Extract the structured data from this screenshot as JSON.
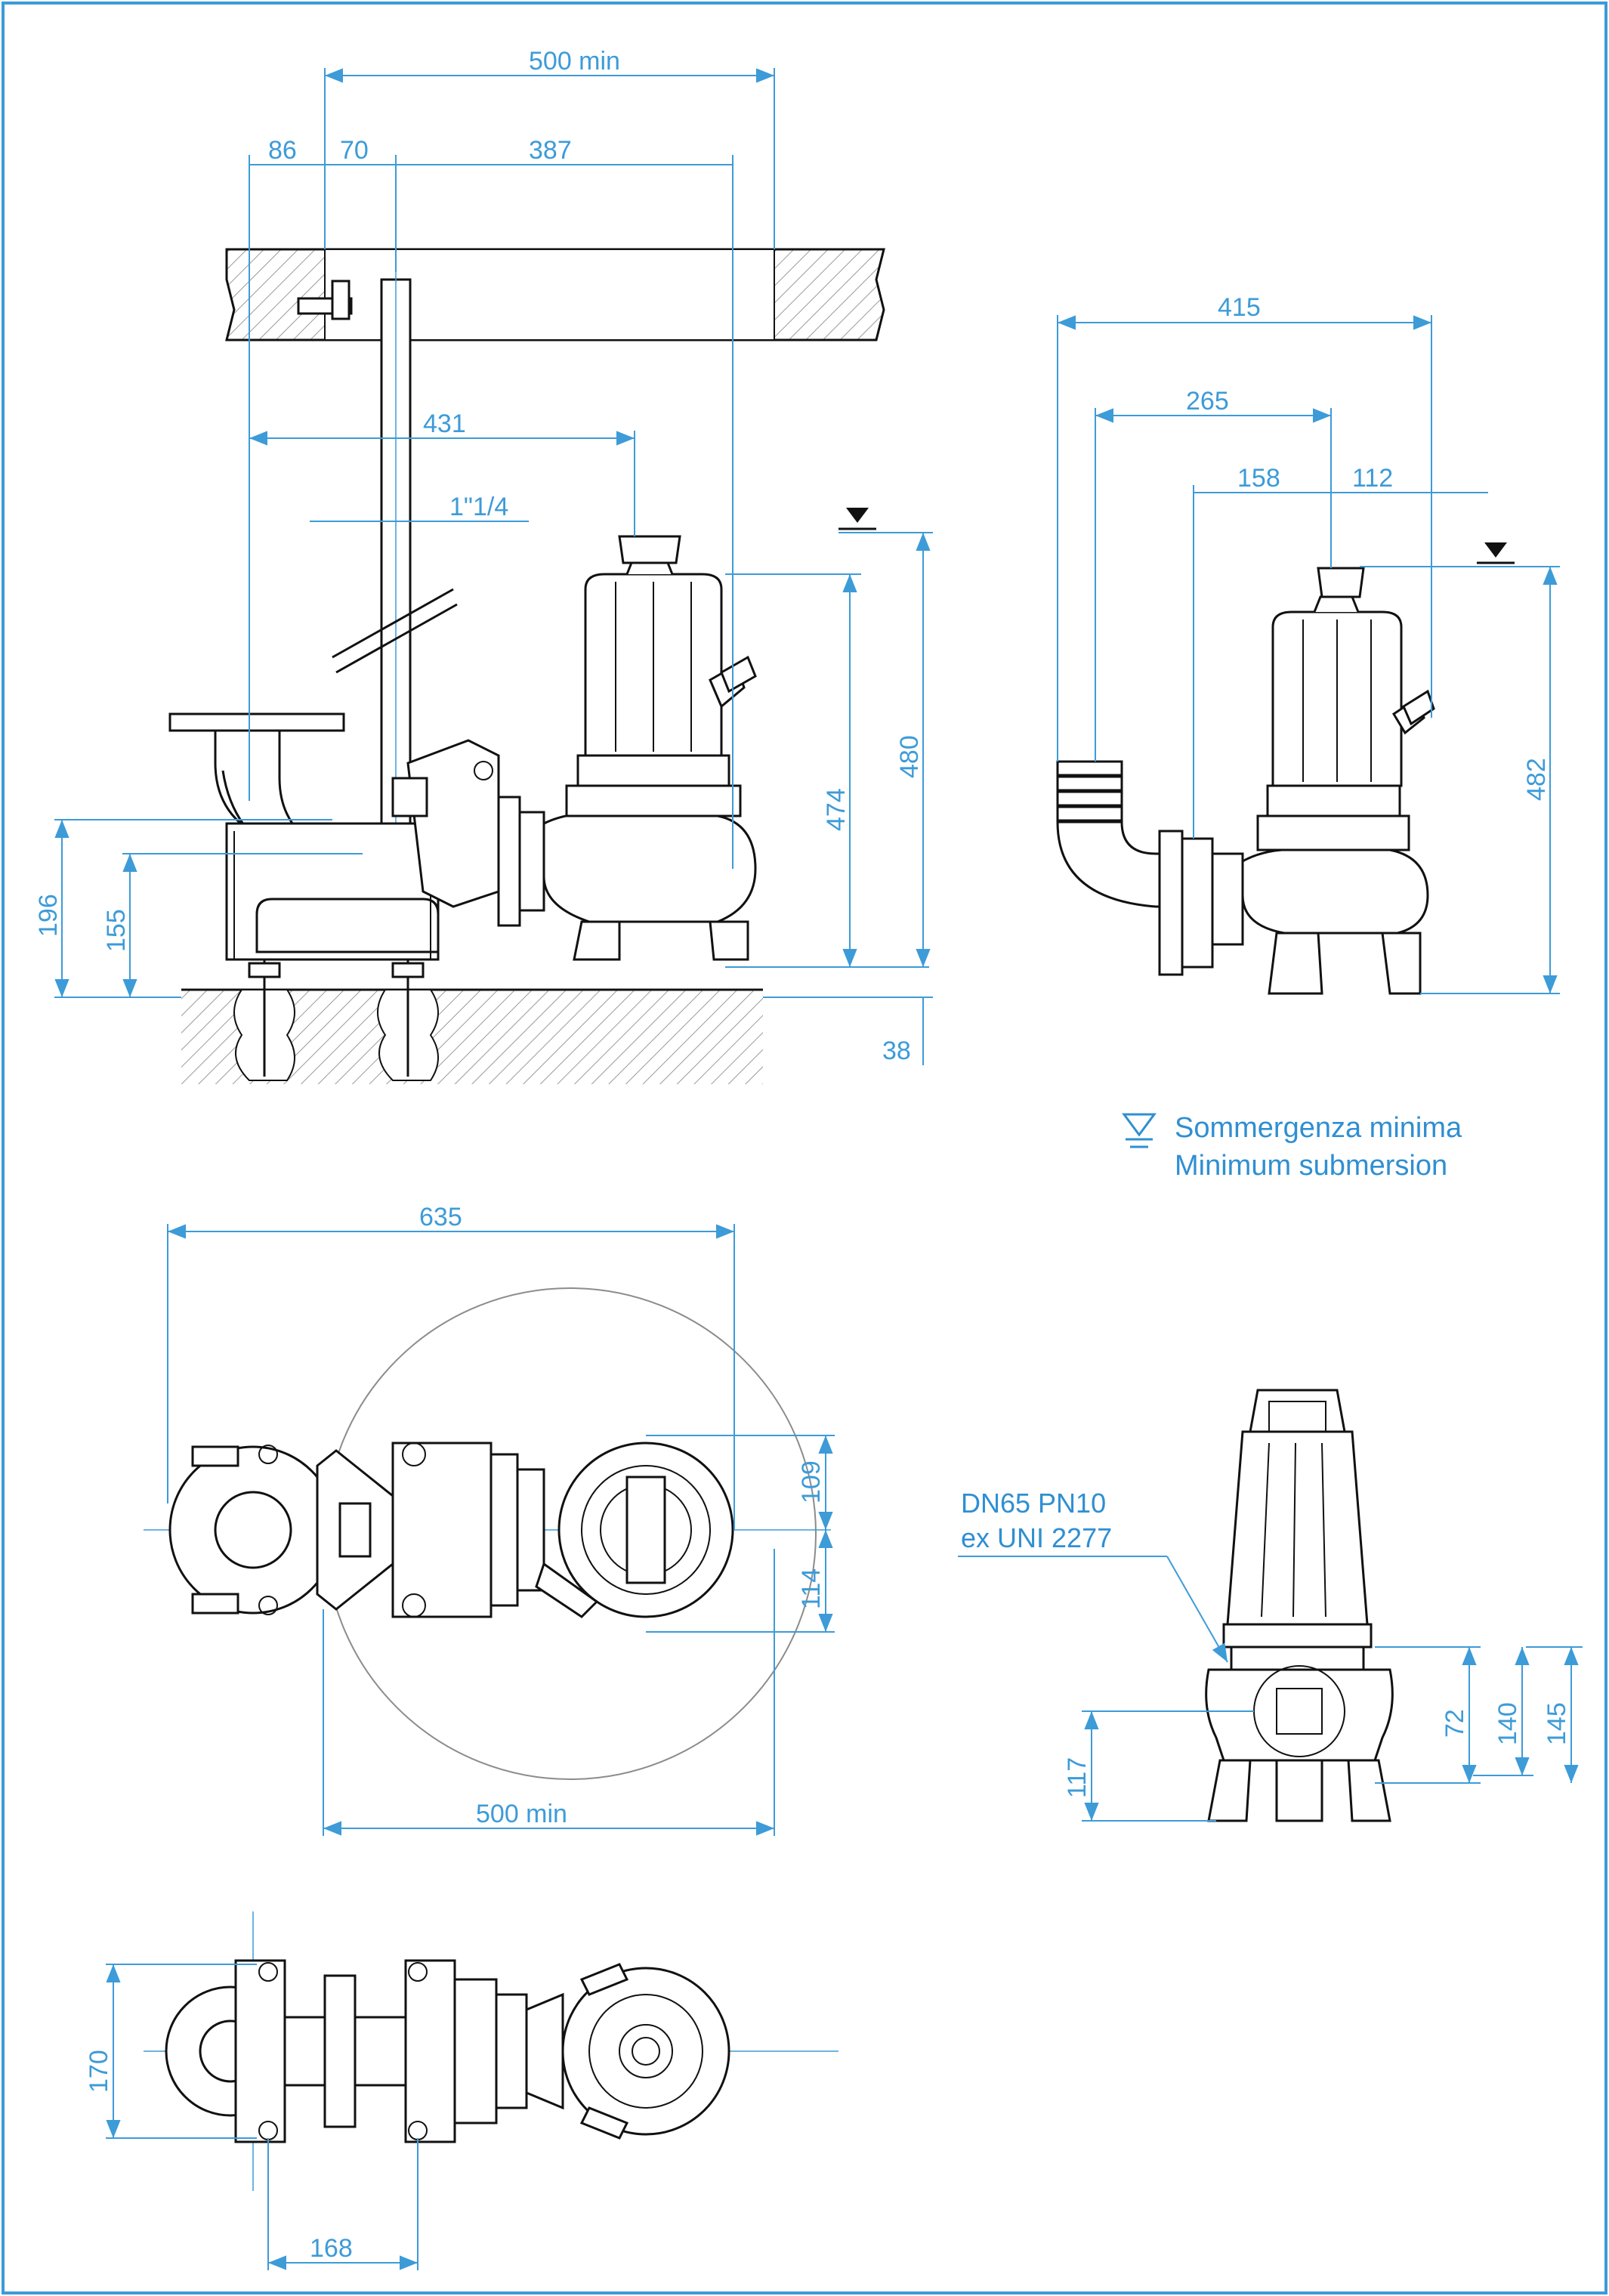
{
  "dimensions": {
    "top_500min": "500 min",
    "d86": "86",
    "d70": "70",
    "d387": "387",
    "d431": "431",
    "d1_1_4": "1\"1/4",
    "d196": "196",
    "d155": "155",
    "d474": "474",
    "d480": "480",
    "d38": "38",
    "d415": "415",
    "d265": "265",
    "d158": "158",
    "d112": "112",
    "d482": "482",
    "d635": "635",
    "d109": "109",
    "d114": "114",
    "bottom_500min": "500 min",
    "d72": "72",
    "d140": "140",
    "d145": "145",
    "d117": "117",
    "d170": "170",
    "d168": "168"
  },
  "legend": {
    "line1": "Sommergenza minima",
    "line2": "Minimum submersion",
    "icon": "water-level-icon"
  },
  "outlet_note": {
    "line1": "DN65 PN10",
    "line2": "ex UNI 2277"
  },
  "colors": {
    "dimension": "#3d9bd8",
    "drawing": "#111111",
    "frame": "#3d9bd8"
  }
}
